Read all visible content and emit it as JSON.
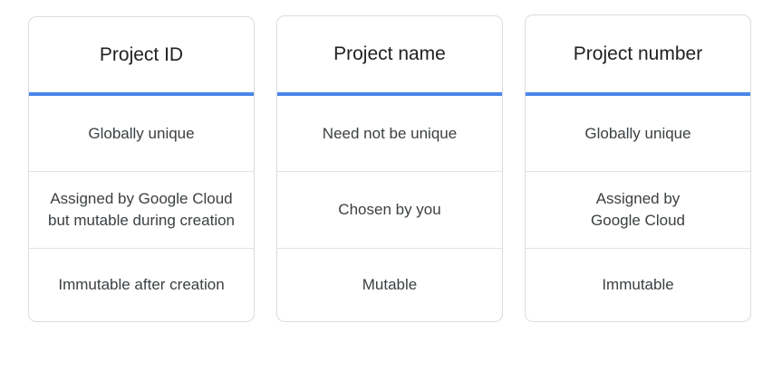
{
  "columns": [
    {
      "header": "Project ID",
      "rows": [
        "Globally unique",
        "Assigned by Google Cloud\nbut mutable during creation",
        "Immutable after creation"
      ]
    },
    {
      "header": "Project name",
      "rows": [
        "Need not be unique",
        "Chosen by you",
        "Mutable"
      ]
    },
    {
      "header": "Project number",
      "rows": [
        "Globally unique",
        "Assigned by\nGoogle Cloud",
        "Immutable"
      ]
    }
  ],
  "colors": {
    "accent": "#4a86e8",
    "border": "#dadce0",
    "text": "#3c4043"
  }
}
